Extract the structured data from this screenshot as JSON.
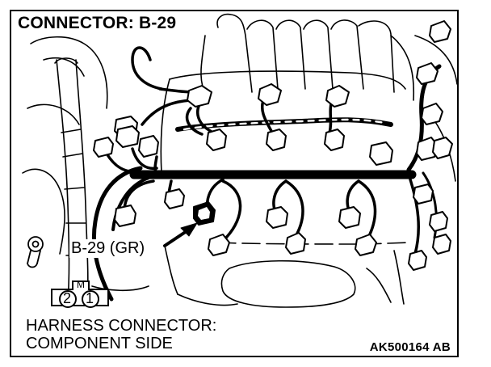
{
  "figure": {
    "title": "CONNECTOR: B-29",
    "callout_label": "B-29 (GR)",
    "connector_view": {
      "top_mark": "M",
      "pins": [
        "2",
        "1"
      ]
    },
    "caption_lines": [
      "HARNESS CONNECTOR:",
      "COMPONENT SIDE"
    ],
    "code": "AK500164 AB"
  }
}
